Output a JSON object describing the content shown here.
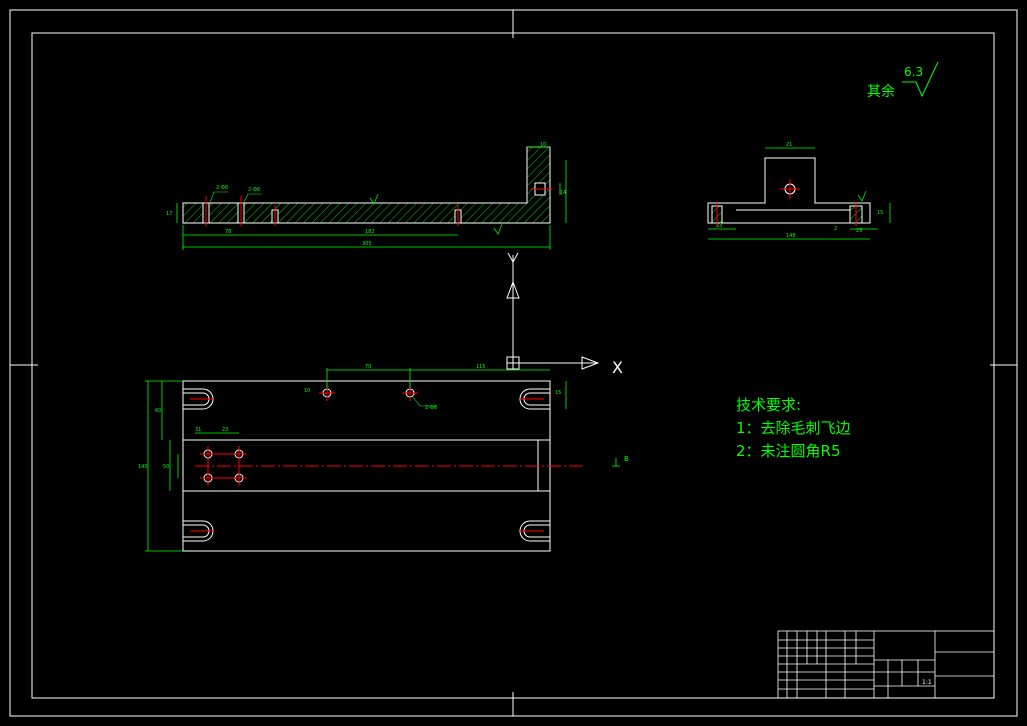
{
  "colors": {
    "background": "#000000",
    "outline": "#ffffff",
    "dimension": "#00ff00",
    "hatch": "#00ff00",
    "centerline": "#ff0000",
    "note_text": "#00ff00"
  },
  "roughness": {
    "label": "其余",
    "value": "6.3"
  },
  "ucs": {
    "x_label": "X",
    "y_label": "Y"
  },
  "notes": {
    "title": "技术要求:",
    "lines": [
      "1：去除毛刺飞边",
      "2：未注圆角R5"
    ]
  },
  "section_label": "B",
  "front_view": {
    "dims": [
      "78",
      "182",
      "305",
      "10",
      "14",
      "17"
    ],
    "callouts": [
      "2-Φ8",
      "2-Φ8"
    ]
  },
  "side_view": {
    "dims": [
      "21",
      "148",
      "23",
      "23",
      "15",
      "2"
    ]
  },
  "top_view": {
    "dims": [
      "70",
      "115",
      "31",
      "23",
      "50",
      "60",
      "140",
      "15",
      "10"
    ],
    "callouts": [
      "2-Φ8"
    ]
  },
  "title_block": {
    "scale": "1:1"
  }
}
